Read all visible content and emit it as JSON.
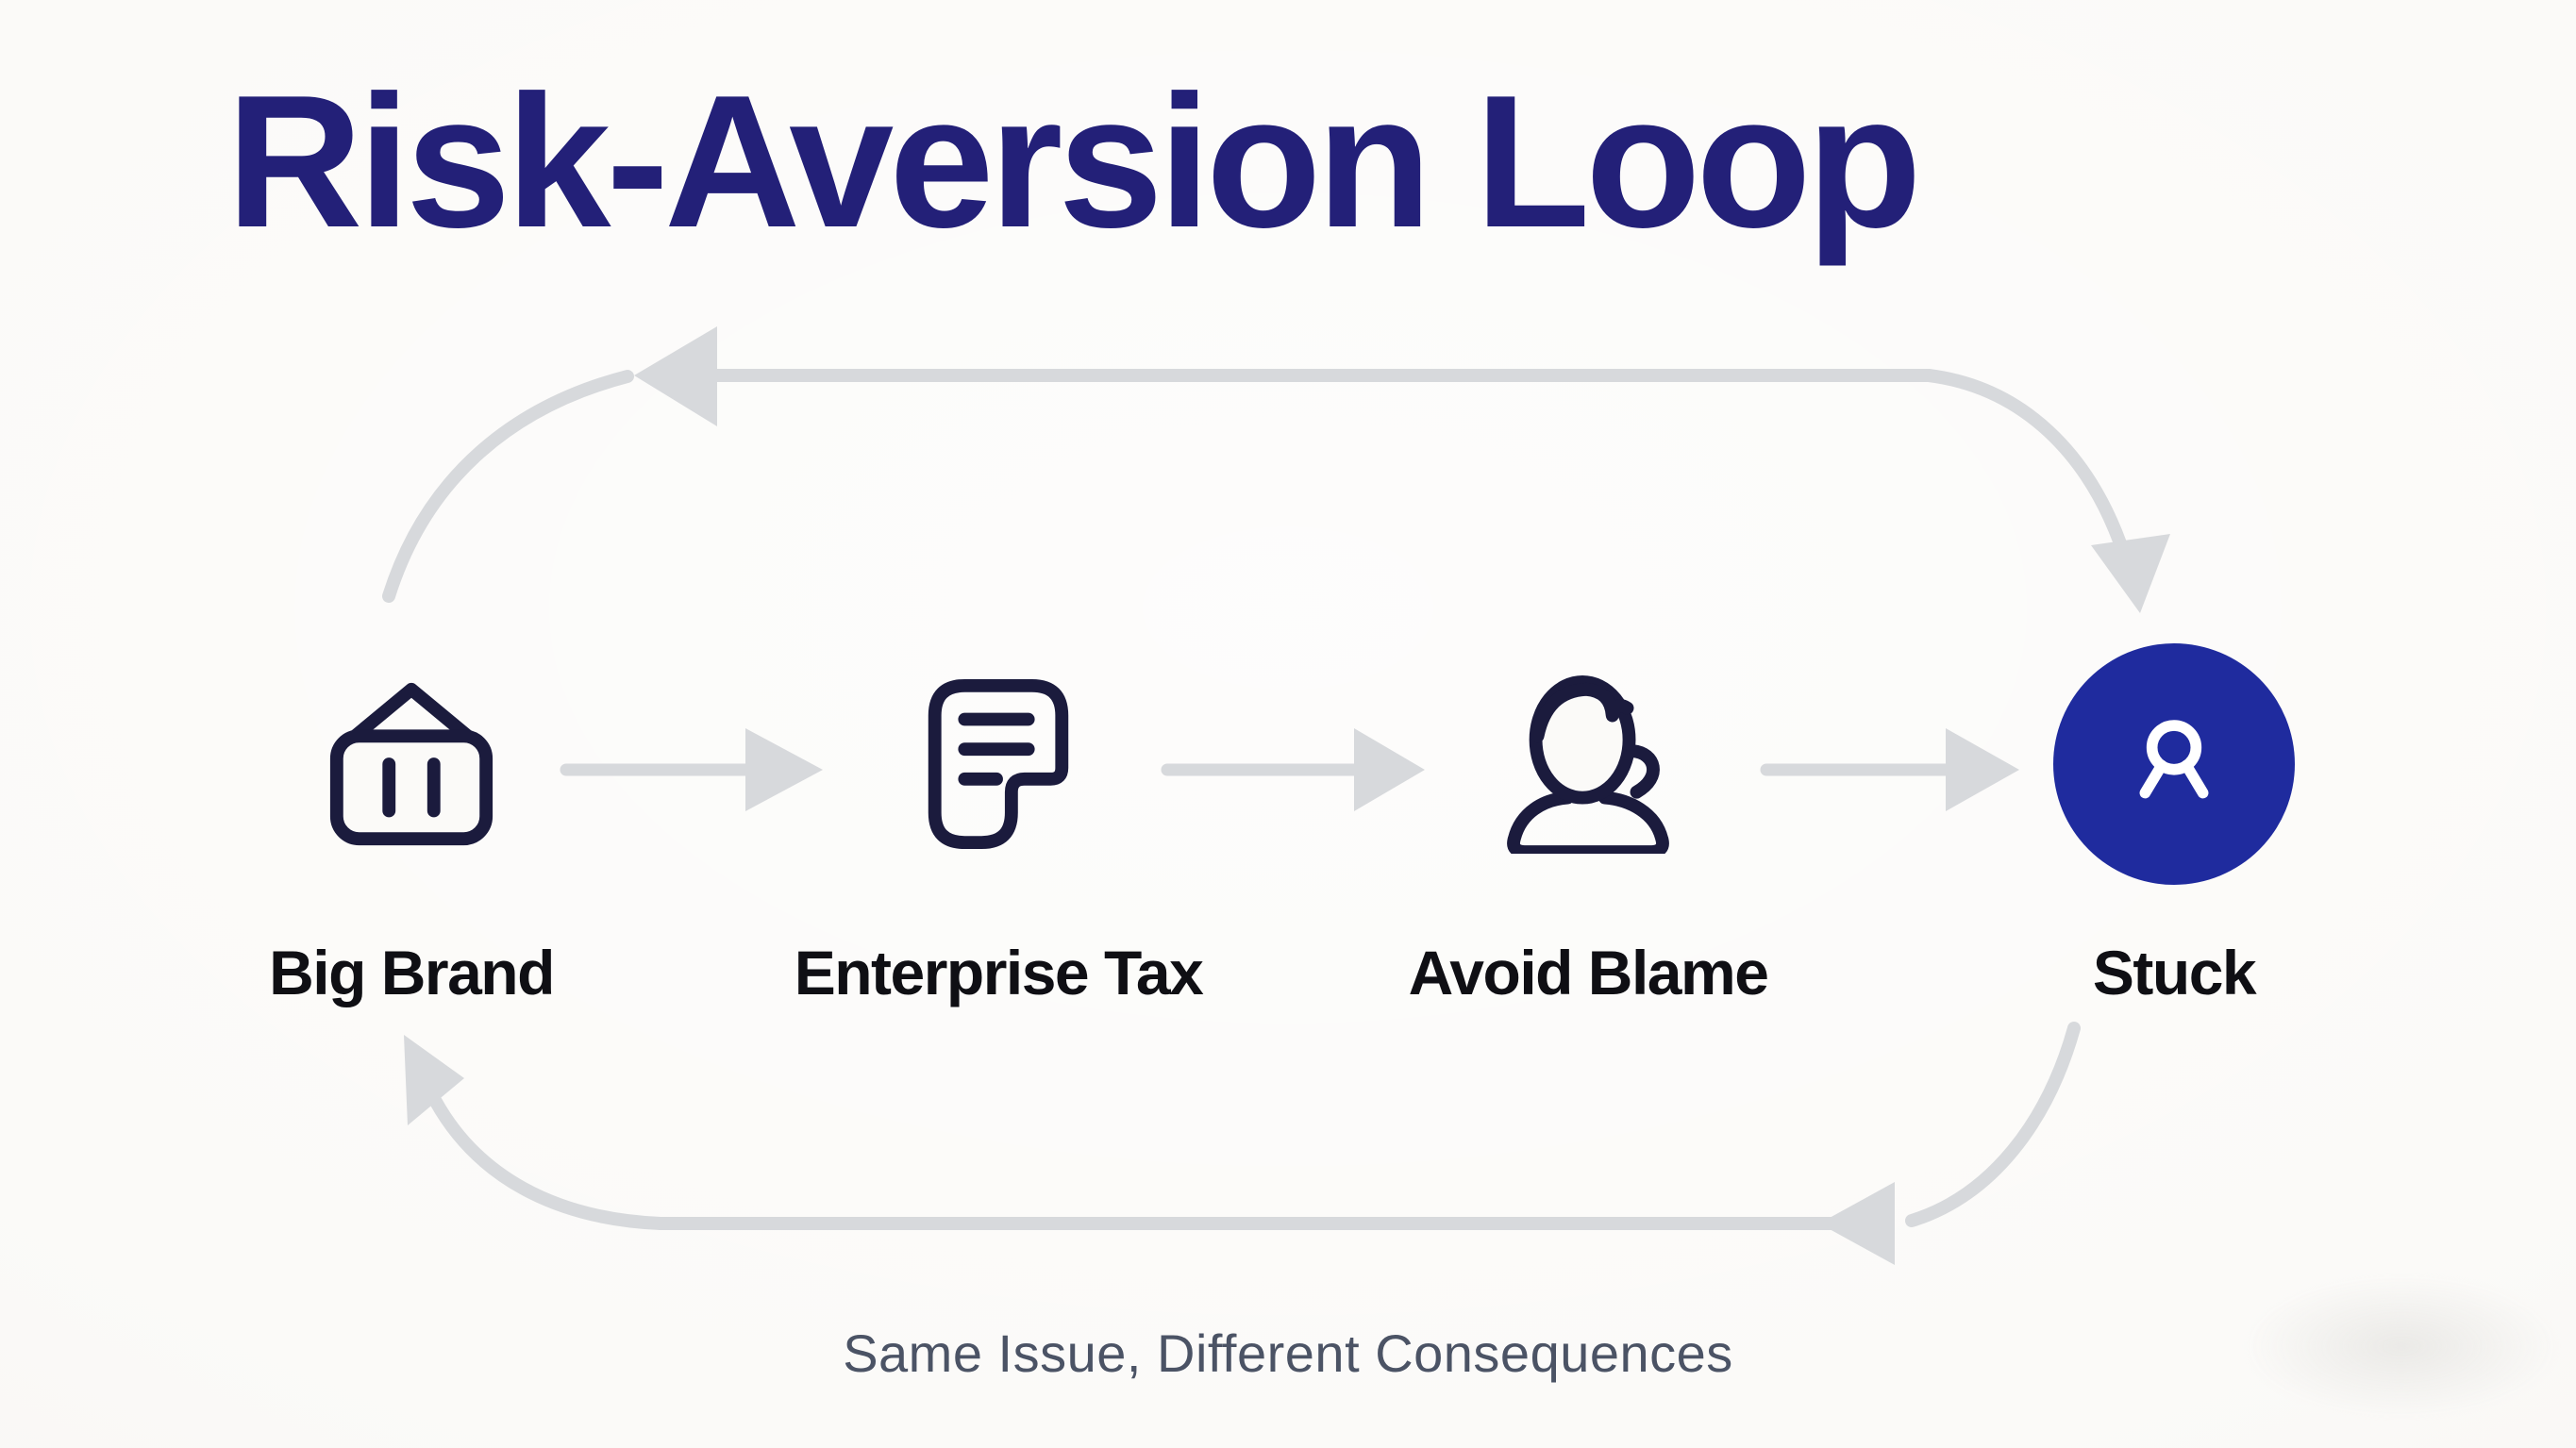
{
  "title": {
    "text": "Risk-Aversion Loop"
  },
  "caption": {
    "text": "Same Issue, Different Consequences"
  },
  "nodes": [
    {
      "id": "big-brand",
      "label": "Big Brand",
      "icon": "storefront-icon"
    },
    {
      "id": "enterprise-tax",
      "label": "Enterprise Tax",
      "icon": "document-icon"
    },
    {
      "id": "avoid-blame",
      "label": "Avoid Blame",
      "icon": "person-deflect-icon"
    },
    {
      "id": "stuck",
      "label": "Stuck",
      "icon": "person-figure-icon",
      "emphasized": true
    }
  ],
  "colors": {
    "background": "#fbfaf8",
    "title_navy": "#232078",
    "icon_navy": "#1b1b3d",
    "label_black": "#0f0f14",
    "arrow_gray": "#d7d9dc",
    "stuck_circle_blue": "#1f2b9e",
    "stuck_glyph_white": "#ffffff",
    "caption_gray": "#4b5365"
  }
}
